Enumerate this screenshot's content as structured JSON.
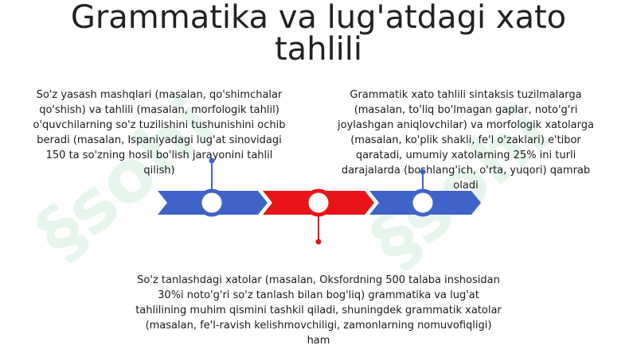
{
  "title": {
    "line1": "Grammatika va lug'atdagi xato",
    "line2": "tahlili"
  },
  "blocks": {
    "left": "So'z yasash mashqlari (masalan, qo'shimchalar qo'shish) va tahlili (masalan, morfologik tahlil) o'quvchilarning so'z tuzilishini tushunishini ochib beradi (masalan, Ispaniyadagi lug'at sinovidagi 150 ta so'zning hosil bo'lish jarayonini tahlil qilish)",
    "right": "Grammatik xato tahlili sintaksis tuzilmalarga (masalan, to'liq bo'lmagan gaplar, noto'g'ri joylashgan aniqlovchilar) va morfologik xatolarga (masalan, ko'plik shakli, fe'l o'zaklari) e'tibor qaratadi, umumiy xatolarning 25% ini turli darajalarda (boshlang'ich, o'rta, yuqori) qamrab oladi",
    "bottom": "So'z tanlashdagi xatolar (masalan, Oksfordning 500 talaba inshosidan 30%i noto'g'ri so'z tanlash bilan bog'liq) grammatika va lug'at tahlilining muhim qismini tashkil qiladi, shuningdek grammatik xatolar (masalan, fe'l-ravish kelishmovchiligi, zamonlarning nomuvofiqligi) ham"
  },
  "colors": {
    "blue": "#3f63c9",
    "red": "#e8141a",
    "watermark": "#2fb56a"
  }
}
